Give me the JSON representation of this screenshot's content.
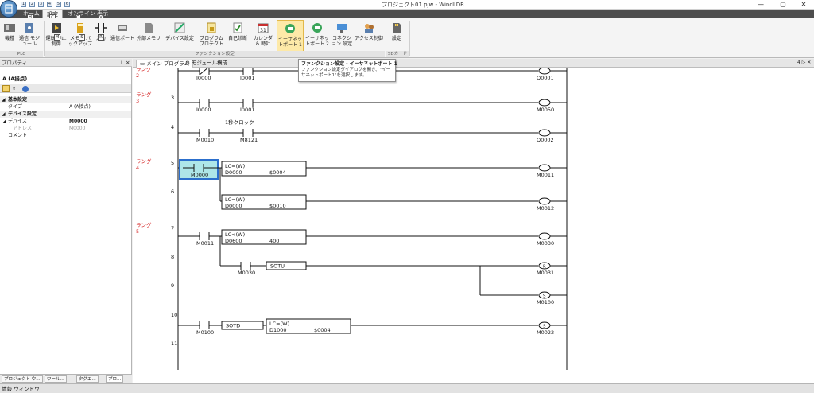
{
  "window": {
    "title": "プロジェクト01.pjw - WindLDR",
    "controls": [
      "—",
      "▢",
      "✕"
    ]
  },
  "quick_access": [
    "1",
    "2",
    "3",
    "4",
    "5",
    "6"
  ],
  "ribbon_tabs": [
    {
      "label": "ホーム",
      "keytip": "H"
    },
    {
      "label": "設定",
      "keytip": "C",
      "active": true
    },
    {
      "label": "オンライン",
      "keytip": "O"
    },
    {
      "label": "表示",
      "keytip": "V"
    }
  ],
  "ribbon_groups": [
    {
      "label": "PLC",
      "buttons": [
        "機種",
        "通信 モジュール"
      ]
    },
    {
      "label": "ファンクション設定",
      "buttons": [
        "運転/停止 制御",
        "メモリ バックアップ",
        "入力",
        "通信ポート",
        "外部メモリ",
        "デバイス設定",
        "プログラム プロテクト",
        "自己診断",
        "カレンダ & 時計",
        "イーサネットポート 1",
        "イーサネットポート 2",
        "コネクション 設定",
        "アクセス制御"
      ]
    },
    {
      "label": "SDカード",
      "buttons": [
        "設定"
      ]
    }
  ],
  "ribbon_keytips": [
    "M",
    "S",
    "R"
  ],
  "tooltip": {
    "title": "ファンクション設定 - イーサネットポート 1",
    "body": "ファンクション設定ダイアログを開き、\"イーサネットポート1\"を選択します。"
  },
  "properties_pane": {
    "title": "プロパティ",
    "pin": "⊥",
    "close": "✕",
    "object": "A (A接点)",
    "sections": [
      {
        "label": "基本設定",
        "rows": [
          {
            "key": "タイプ",
            "value": "A (A接点)"
          }
        ]
      },
      {
        "label": "デバイス設定",
        "rows": [
          {
            "key": "デバイス",
            "value": "M0000",
            "bold": true
          },
          {
            "key": "アドレス",
            "value": "M0000",
            "dim": true
          },
          {
            "key": "コメント",
            "value": ""
          }
        ]
      }
    ]
  },
  "bottom_tabs": [
    "プロジェクト ウ...",
    "ワール...",
    "タグエ...",
    "プロ..."
  ],
  "info_bar": "情報 ウィンドウ",
  "doc_tabs": [
    "メイン プログラム",
    "モジュール構成"
  ],
  "ladder": {
    "rung_labels": [
      {
        "text": "ラング\n2",
        "row": 0
      },
      {
        "text": "ラング\n3",
        "row": 1
      },
      {
        "text": "ラング\n4",
        "row": 4
      },
      {
        "text": "ラング\n5",
        "row": 6
      }
    ],
    "line_numbers": [
      "3",
      "4",
      "5",
      "6",
      "7",
      "8",
      "9",
      "10",
      "11"
    ],
    "devices": {
      "r2_c1": "I0000",
      "r2_c2": "I0001",
      "r2_out": "Q0001",
      "r3_c1": "I0000",
      "r3_c2": "I0001",
      "r3_out": "M0050",
      "r4_c1": "M0010",
      "r4_c2": "M8121",
      "r4_c2_comment": "1秒クロック",
      "r4_out": "Q0002",
      "r5_c1": "M0000",
      "r5_fb1_top": "LC=(W)",
      "r5_fb1_a": "D0000",
      "r5_fb1_b": "$0004",
      "r5_out1": "M0011",
      "r6_fb2_top": "LC=(W)",
      "r6_fb2_a": "D0000",
      "r6_fb2_b": "$0010",
      "r6_out": "M0012",
      "r7_c1": "M0011",
      "r7_fb_top": "LC<(W)",
      "r7_fb_a": "D0600",
      "r7_fb_b": "400",
      "r7_out": "M0030",
      "r8_c1": "M0030",
      "r8_fb": "SOTU",
      "r8_out": "M0031",
      "r8_coil": "R",
      "r9_out": "M0100",
      "r9_coil": "S",
      "r10_c1": "M0100",
      "r10_fb1": "SOTD",
      "r10_fb2_top": "LC=(W)",
      "r10_fb2_a": "D1000",
      "r10_fb2_b": "$0004",
      "r10_out": "M0022",
      "r10_coil": "S"
    }
  },
  "colors": {
    "selected_fill": "#aee6e8",
    "selected_border": "#2c6fcc",
    "rung_label": "#d42020",
    "tab_dark": "#4d4d4d"
  },
  "scroll_info": "4 ▷ ✕"
}
